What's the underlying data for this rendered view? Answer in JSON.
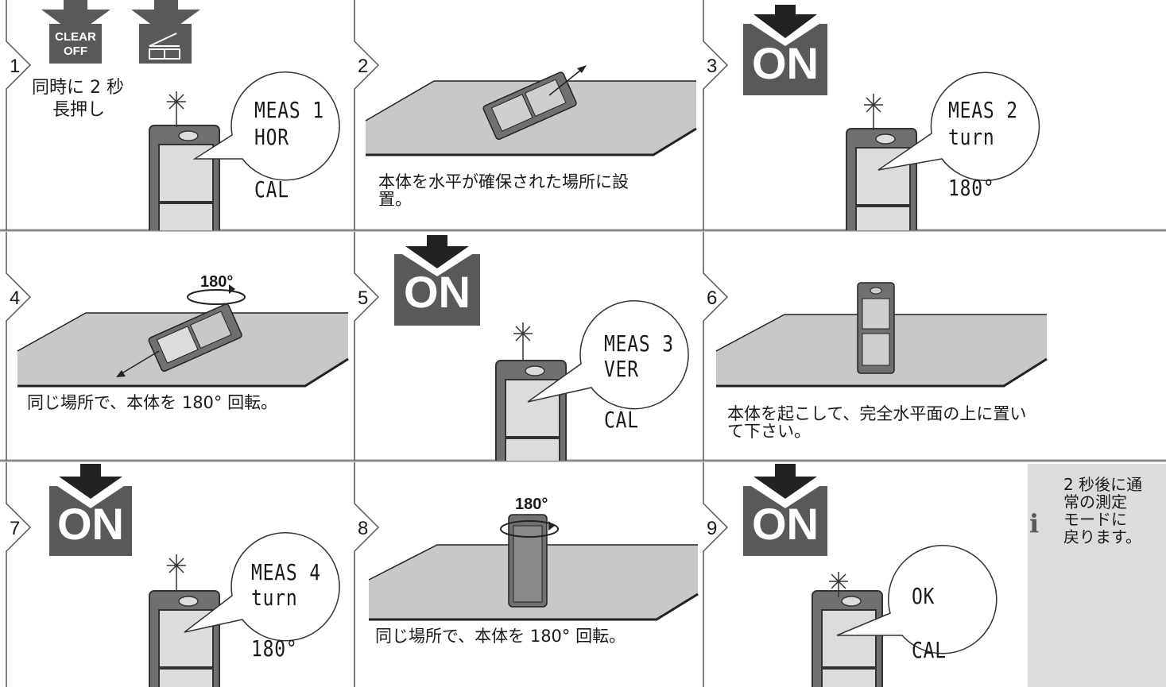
{
  "steps": [
    {
      "number": "1",
      "buttons": {
        "clear": "CLEAR",
        "off": "OFF"
      },
      "caption_lines": [
        "同時に 2 秒",
        "長押し"
      ],
      "display": [
        "MEAS 1",
        "HOR",
        "CAL"
      ]
    },
    {
      "number": "2",
      "caption_lines": [
        "本体を水平が確保された場所に設",
        "置。"
      ]
    },
    {
      "number": "3",
      "button": "ON",
      "display": [
        "MEAS 2",
        "turn",
        "180°"
      ]
    },
    {
      "number": "4",
      "rotation": "180°",
      "caption_lines": [
        "同じ場所で、本体を 180°  回転。"
      ]
    },
    {
      "number": "5",
      "button": "ON",
      "display": [
        "MEAS 3",
        "VER",
        "CAL"
      ]
    },
    {
      "number": "6",
      "caption_lines": [
        "本体を起こして、完全水平面の上に置い",
        "て下さい。"
      ]
    },
    {
      "number": "7",
      "button": "ON",
      "display": [
        "MEAS 4",
        "turn",
        "180°"
      ]
    },
    {
      "number": "8",
      "rotation": "180°",
      "caption_lines": [
        "同じ場所で、本体を 180°  回転。"
      ]
    },
    {
      "number": "9",
      "button": "ON",
      "display": [
        "OK",
        "CAL"
      ]
    }
  ],
  "info": {
    "icon": "info-icon",
    "icon_glyph": "i",
    "lines": [
      "2 秒後に通",
      "常の測定",
      "モードに",
      "戻ります。"
    ]
  },
  "colors": {
    "button": "#58595b",
    "device": "#707070",
    "surface": "#c8c8c8",
    "info_bg": "#dcdcdc",
    "divider": "#8c8c8c"
  }
}
